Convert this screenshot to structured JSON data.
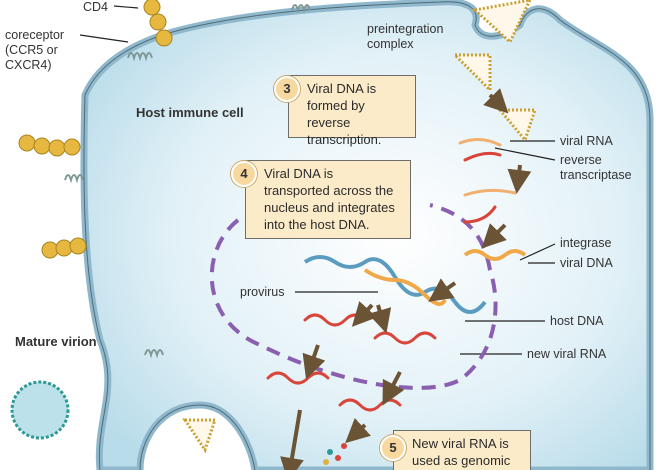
{
  "labels": {
    "cd4": "CD4",
    "coreceptor": [
      "coreceptor",
      "(CCR5 or",
      "CXCR4)"
    ],
    "host_cell": "Host immune cell",
    "preintegration": [
      "preintegration",
      "complex"
    ],
    "viral_rna": "viral RNA",
    "reverse_transcriptase": [
      "reverse",
      "transcriptase"
    ],
    "integrase": "integrase",
    "viral_dna": "viral DNA",
    "provirus": "provirus",
    "host_dna": "host DNA",
    "new_viral_rna": "new viral RNA",
    "mature_virion": "Mature virion"
  },
  "steps": [
    {
      "number": "3",
      "lines": [
        "Viral DNA is",
        "formed by reverse",
        "transcription."
      ]
    },
    {
      "number": "4",
      "lines": [
        "Viral DNA is",
        "transported across the",
        "nucleus and integrates",
        "into the host DNA."
      ]
    },
    {
      "number": "5",
      "lines": [
        "New viral RNA is",
        "used as genomic RNA"
      ]
    }
  ],
  "colors": {
    "cytoplasm": "#cfe8f2",
    "membrane": "#8fb8cc",
    "box": "#fcebc9",
    "rna": "#d9453a",
    "arrow": "#6b5436",
    "nucleus_dash": "#8a5fb0"
  }
}
